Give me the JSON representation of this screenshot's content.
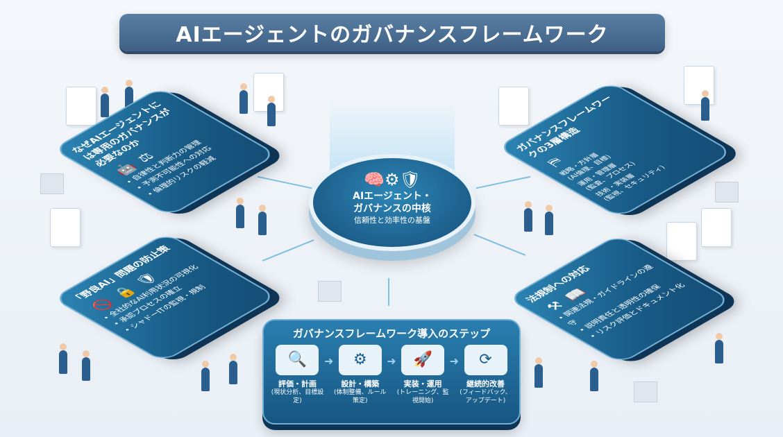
{
  "title": "AIエージェントのガバナンスフレームワーク",
  "center": {
    "line1": "AIエージェント・",
    "line2": "ガバナンスの中核",
    "subtitle": "信頼性と効率性の基盤",
    "icons": [
      "brain-icon",
      "gear-icon",
      "shield-check-icon"
    ]
  },
  "why": {
    "title": "なぜAIエージェントには専用のガバナンスが必要なのか",
    "bullets": [
      "自律性と判断力の管理",
      "予測不可能性への対応",
      "倫理的リスクの軽減"
    ]
  },
  "layers": {
    "title": "ガバナンスフレームワークの3層構造",
    "items": [
      {
        "name": "戦略・方針層",
        "detail": "(AI倫理、目標)"
      },
      {
        "name": "運用・管理層",
        "detail": "(監査、プロセス)"
      },
      {
        "name": "技術・実装層",
        "detail": "(監視、セキュリティ)"
      }
    ]
  },
  "rogue": {
    "title": "「野良AI」問題の防止策",
    "bullets": [
      "全社的なAI利用状況の可視化",
      "承認プロセスの確立",
      "シャドーITの監視・規制"
    ]
  },
  "law": {
    "title": "法規制への対応",
    "bullets": [
      "関連法規・ガイドラインの遵守",
      "説明責任と透明性の確保",
      "リスク評価とドキュメント化"
    ]
  },
  "steps": {
    "title": "ガバナンスフレームワーク導入のステップ",
    "items": [
      {
        "name": "評価・計画",
        "detail": "(現状分析、目標設定)"
      },
      {
        "name": "設計・構築",
        "detail": "(体制整備、ルール策定)"
      },
      {
        "name": "実装・運用",
        "detail": "(トレーニング、監視開始)"
      },
      {
        "name": "継続的改善",
        "detail": "(フィードバック、アップデート)"
      }
    ]
  },
  "colors": {
    "panel": "#1f6d99",
    "title_bar": "#4a6e94",
    "accent": "#7fbfe3"
  }
}
